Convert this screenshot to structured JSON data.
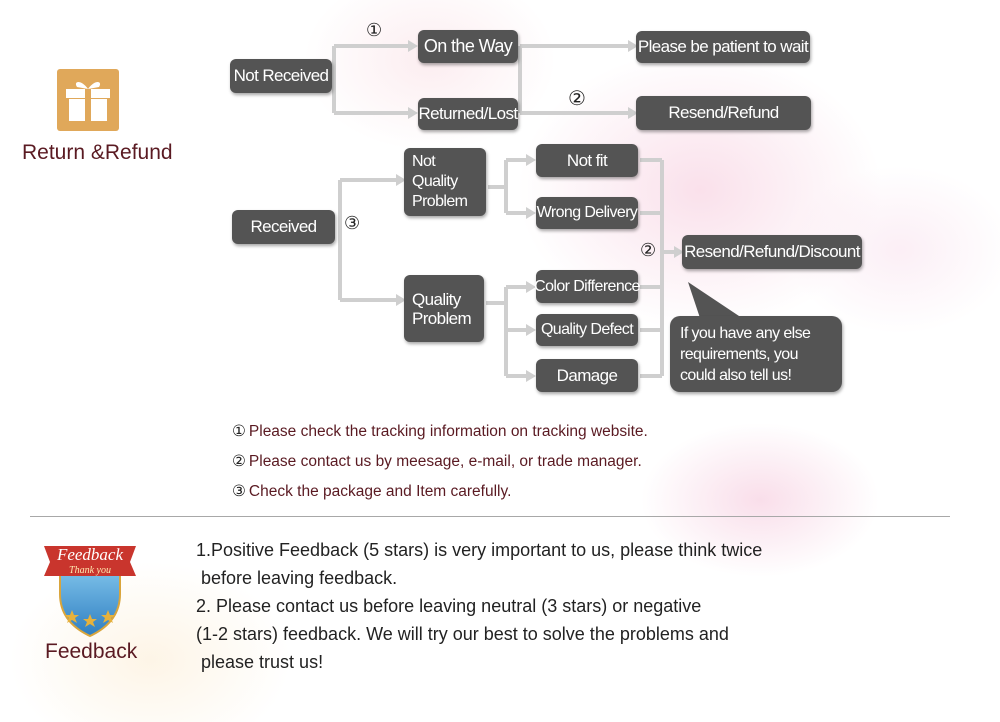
{
  "return_section": {
    "label": "Return &Refund"
  },
  "flow": {
    "not_received": "Not Received",
    "on_the_way": "On the Way",
    "returned_lost": "Returned/Lost",
    "please_wait": "Please be patient to wait",
    "resend_refund": "Resend/Refund",
    "received": "Received",
    "not_quality_problem": "Not\nQuality\nProblem",
    "quality_problem": "Quality\nProblem",
    "not_fit": "Not fit",
    "wrong_delivery": "Wrong Delivery",
    "color_difference": "Color Difference",
    "quality_defect": "Quality Defect",
    "damage": "Damage",
    "resend_refund_discount": "Resend/Refund/Discount",
    "bubble": "If you have any else requirements, you could also tell us!",
    "marker_1": "①",
    "marker_2a": "②",
    "marker_2b": "②",
    "marker_3": "③"
  },
  "notes": [
    {
      "num": "①",
      "text": "Please check the tracking information on tracking website."
    },
    {
      "num": "②",
      "text": "Please contact us by meesage, e-mail, or trade manager."
    },
    {
      "num": "③",
      "text": "Check the package and Item carefully."
    }
  ],
  "feedback_section": {
    "badge_title": "Feedback",
    "badge_sub": "Thank you",
    "label": "Feedback",
    "line1": "1.Positive Feedback (5 stars) is very important to us, please think twice",
    "line2": " before leaving feedback.",
    "line3": "2. Please contact us before leaving neutral (3 stars) or negative",
    "line4": "(1-2 stars) feedback. We will try our best to solve the problems and",
    "line5": " please trust us!"
  },
  "colors": {
    "box": "#545454",
    "label_maroon": "#5a1a22",
    "gift": "#e0a85a"
  }
}
